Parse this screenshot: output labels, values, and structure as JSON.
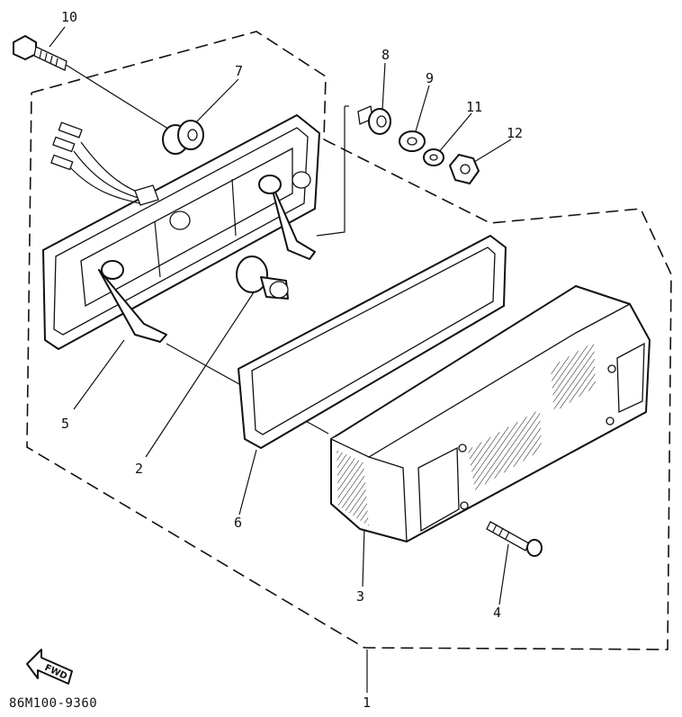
{
  "diagram": {
    "callouts": {
      "c1": "1",
      "c2": "2",
      "c3": "3",
      "c4": "4",
      "c5": "5",
      "c6": "6",
      "c7": "7",
      "c8": "8",
      "c9": "9",
      "c10": "10",
      "c11": "11",
      "c12": "12"
    },
    "direction_label": "FWD",
    "drawing_number": "86M100-9360"
  }
}
